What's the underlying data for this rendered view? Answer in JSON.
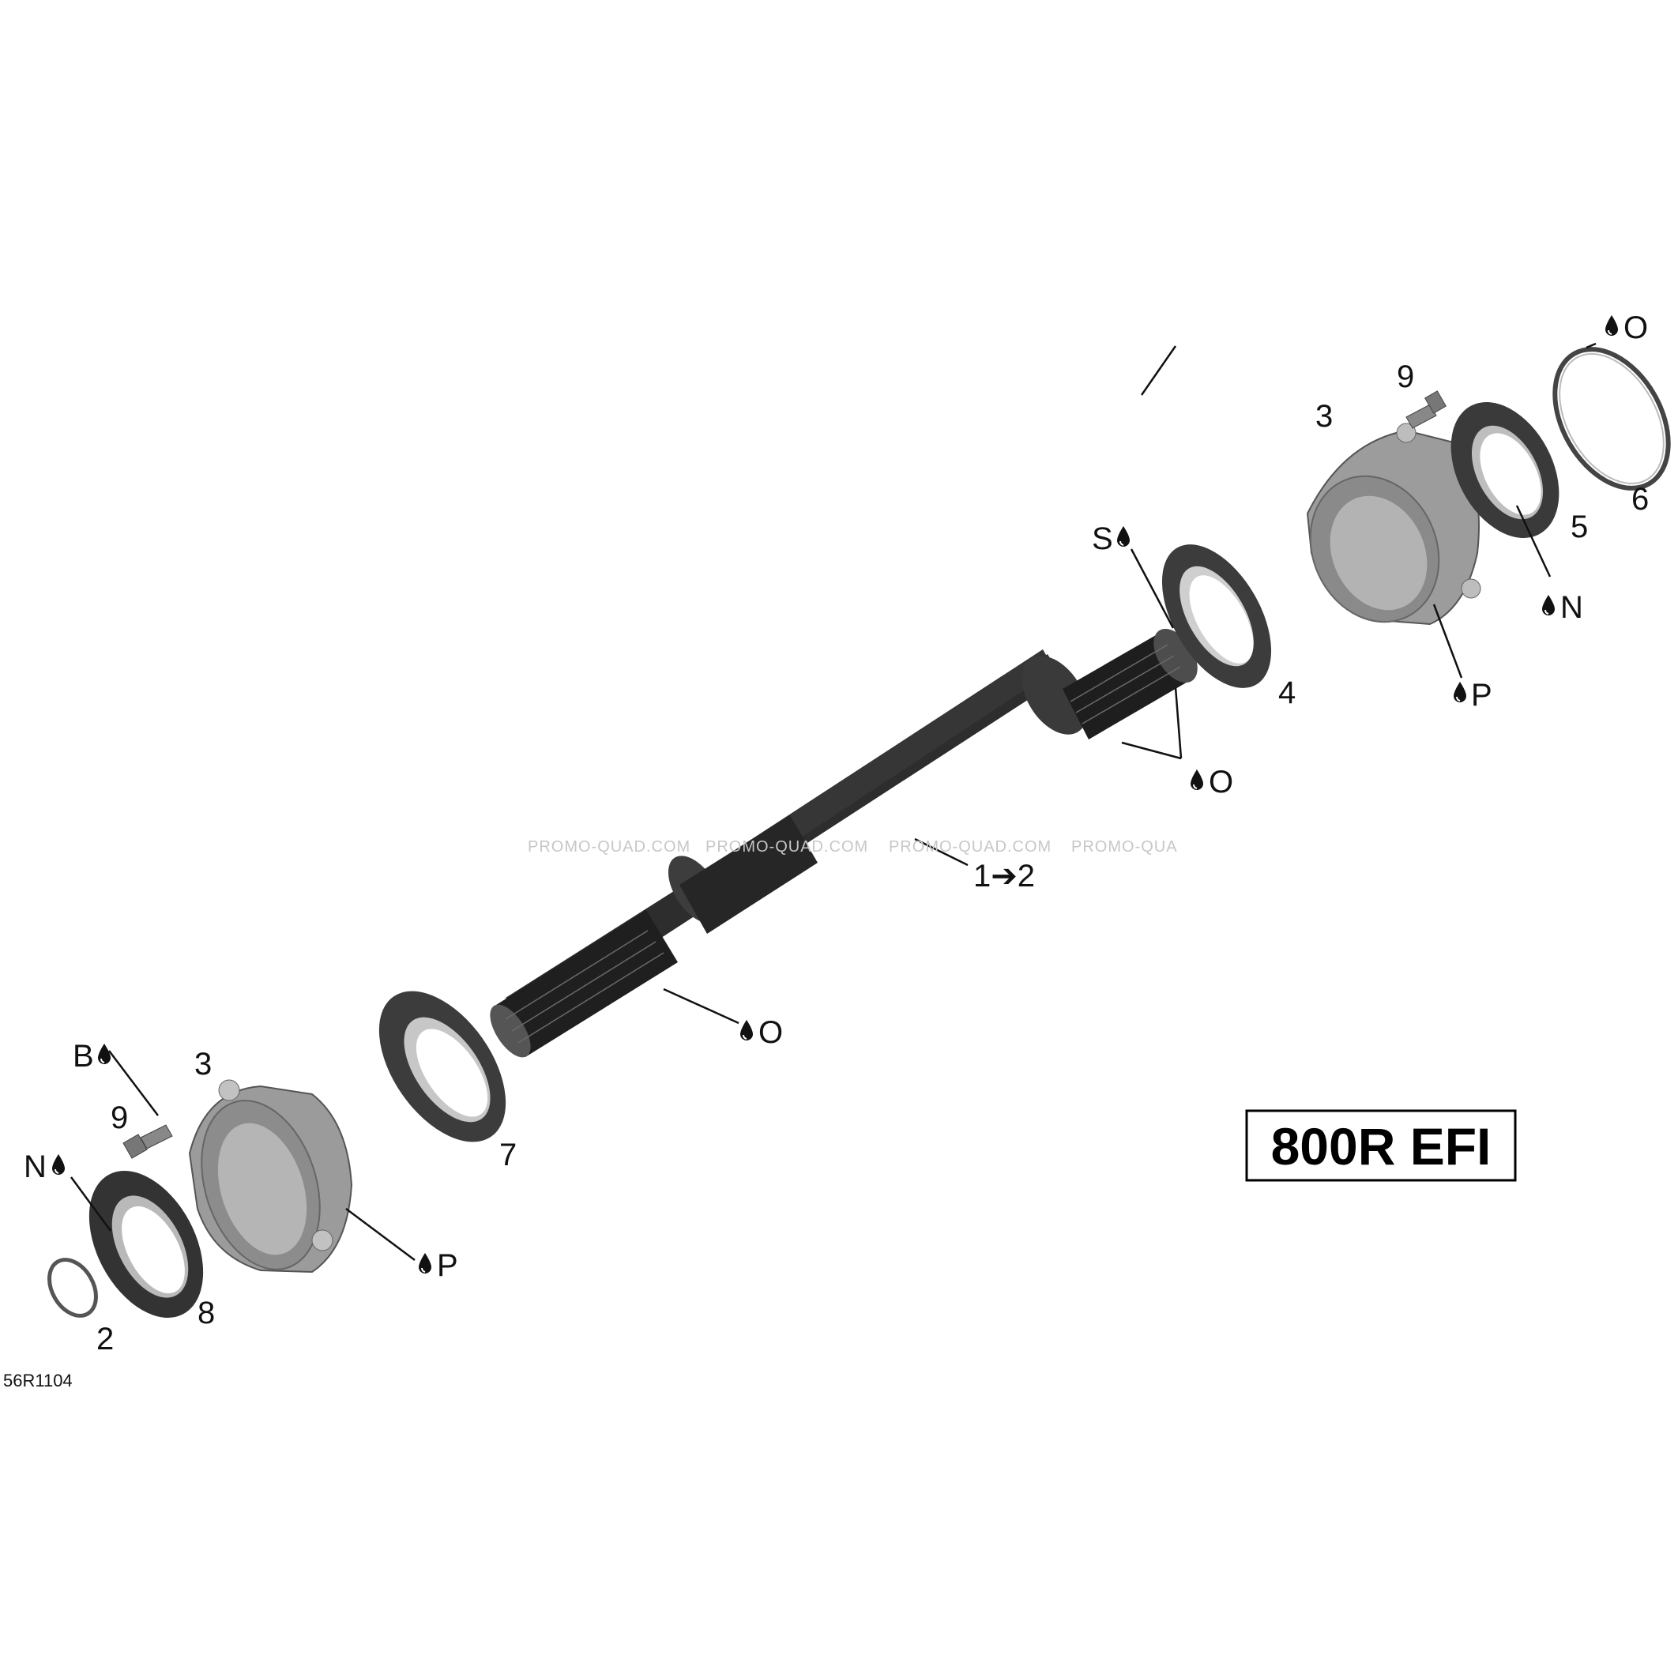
{
  "title_box": "800R EFI",
  "reference_code": "56R1104",
  "watermarks": [
    "PROMO-QUAD.COM",
    "PROMO-QUAD.COM",
    "PROMO-QUAD.COM",
    "PROMO-QUA"
  ],
  "labels": {
    "oil_o_top_right": "O",
    "part_9_right": "9",
    "part_3_right": "3",
    "part_6": "6",
    "part_5": "5",
    "oil_n_right": "N",
    "oil_p_right": "P",
    "oil_s": "S",
    "part_4": "4",
    "oil_o_shaft_end": "O",
    "shaft_ref": "1➔2",
    "oil_o_shaft_mid": "O",
    "part_7": "7",
    "oil_b": "B",
    "part_3_left": "3",
    "part_9_left": "9",
    "oil_n_left": "N",
    "oil_p_left": "P",
    "part_8": "8",
    "part_2": "2"
  },
  "colors": {
    "shaft": "#2b2b2b",
    "housing": "#9a9a9a",
    "seal": "#3a3a3a",
    "line": "#111111"
  },
  "icons": [
    "oil-drop-icon"
  ]
}
